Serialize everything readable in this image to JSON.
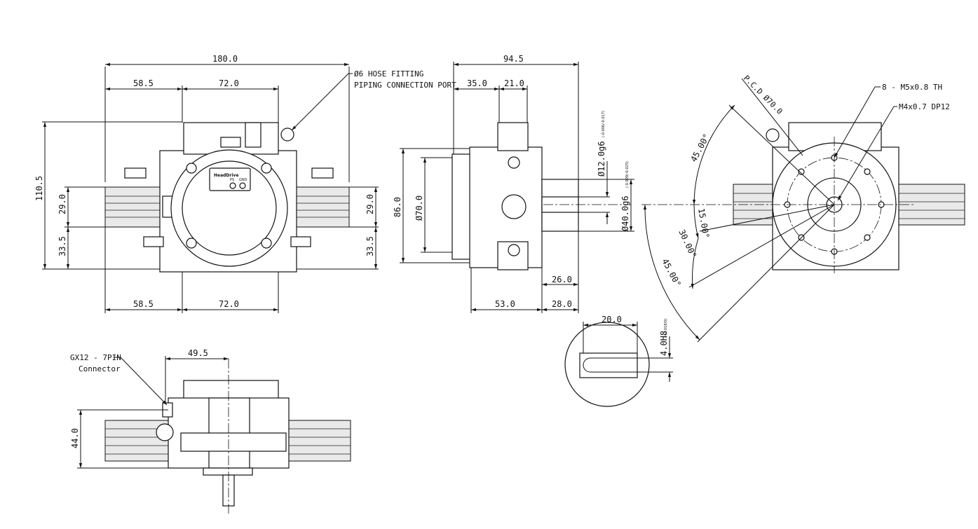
{
  "front_view": {
    "overall_width": "180.0",
    "left_span": "58.5",
    "center_span": "72.0",
    "overall_height": "110.5",
    "rail_height": "29.0",
    "rail_height_right": "29.0",
    "lower_height": "33.5",
    "lower_height_right": "33.5",
    "bottom_left_span": "58.5",
    "bottom_center_span": "72.0",
    "hose_note_line1": "Ø6 HOSE FITTING",
    "hose_note_line2": "PIPING CONNECTION PORT",
    "brand_label": "HeadDrive",
    "indicator_left": "PS",
    "indicator_right": "GND"
  },
  "side_view": {
    "overall_depth": "94.5",
    "top_left_span": "35.0",
    "top_right_span": "21.0",
    "height": "86.0",
    "body_diameter": "Ø70.0",
    "shaft_diameter": "Ø12.0g6",
    "shaft_tol": "(-0.006/-0.017)",
    "boss_diameter": "Ø40.0g6",
    "boss_tol": "(-0.009/-0.025)",
    "shaft_len": "26.0",
    "body_len": "53.0",
    "shaft_total": "28.0"
  },
  "key_detail": {
    "key_length": "20.0",
    "key_width": "4.0H8",
    "key_tol": "(+0.018/0)"
  },
  "rear_view": {
    "pcd": "P.C.D Ø70.0",
    "thread_note": "8 - M5x0.8 TH",
    "center_tap": "M4x0.7 DP12",
    "angle_a": "45.00°",
    "angle_b": "15.00°",
    "angle_c": "30.00°",
    "angle_d": "45.00°"
  },
  "bottom_view": {
    "connector_line1": "GX12 - 7PIN",
    "connector_line2": "Connector",
    "offset": "49.5",
    "height": "44.0"
  }
}
